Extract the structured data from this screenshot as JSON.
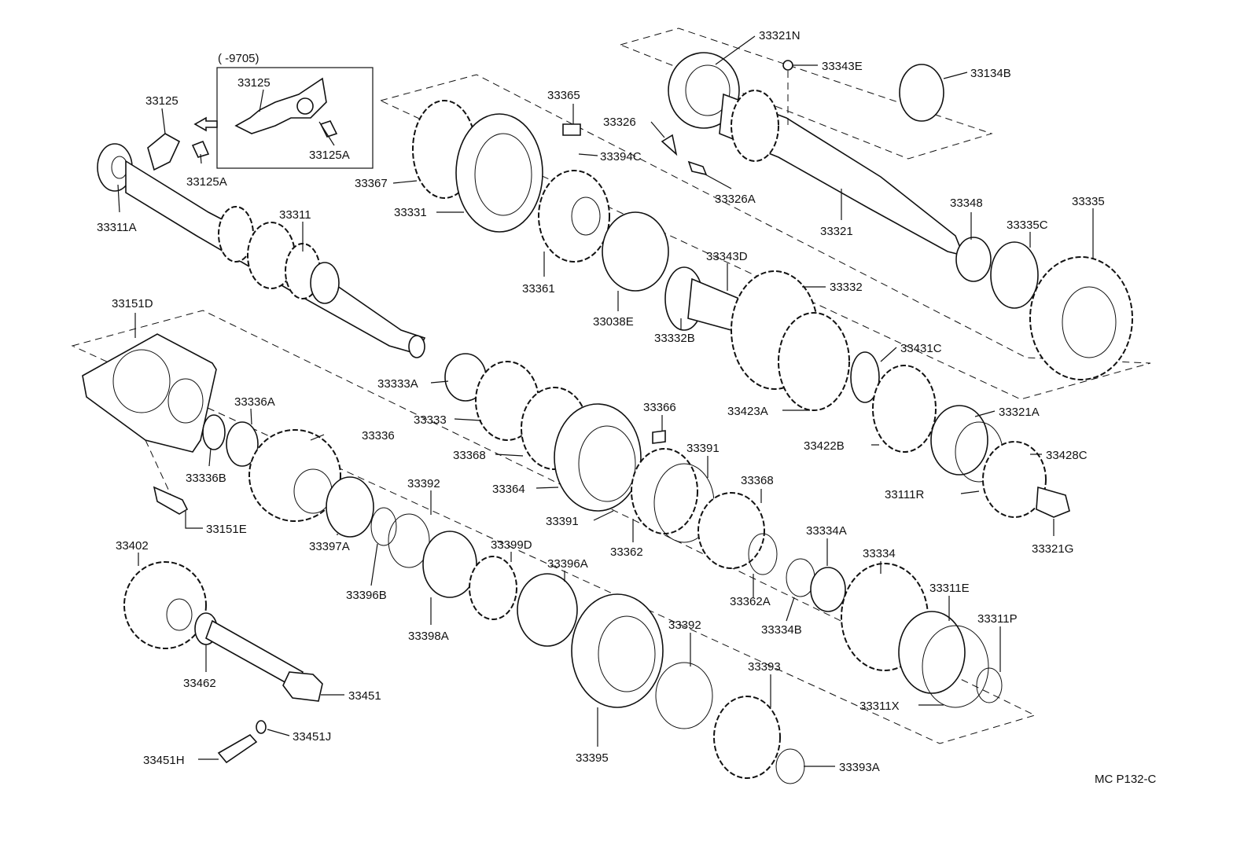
{
  "diagram": {
    "variant_label": "(      -9705)",
    "code": "MC P132-C",
    "labels": [
      {
        "id": "l1",
        "text": "33125"
      },
      {
        "id": "l2",
        "text": "33125"
      },
      {
        "id": "l3",
        "text": "33125A"
      },
      {
        "id": "l4",
        "text": "33125A"
      },
      {
        "id": "l5",
        "text": "33311A"
      },
      {
        "id": "l6",
        "text": "33311"
      },
      {
        "id": "l7",
        "text": "33151D"
      },
      {
        "id": "l8",
        "text": "33367"
      },
      {
        "id": "l9",
        "text": "33331"
      },
      {
        "id": "l10",
        "text": "33365"
      },
      {
        "id": "l11",
        "text": "33394C"
      },
      {
        "id": "l12",
        "text": "33326"
      },
      {
        "id": "l13",
        "text": "33326A"
      },
      {
        "id": "l14",
        "text": "33361"
      },
      {
        "id": "l15",
        "text": "33038E"
      },
      {
        "id": "l16",
        "text": "33321N"
      },
      {
        "id": "l17",
        "text": "33343E"
      },
      {
        "id": "l18",
        "text": "33134B"
      },
      {
        "id": "l19",
        "text": "33321"
      },
      {
        "id": "l20",
        "text": "33348"
      },
      {
        "id": "l21",
        "text": "33335C"
      },
      {
        "id": "l22",
        "text": "33335"
      },
      {
        "id": "l23",
        "text": "33343D"
      },
      {
        "id": "l24",
        "text": "33332"
      },
      {
        "id": "l25",
        "text": "33332B"
      },
      {
        "id": "l26",
        "text": "33431C"
      },
      {
        "id": "l27",
        "text": "33423A"
      },
      {
        "id": "l28",
        "text": "33321A"
      },
      {
        "id": "l29",
        "text": "33422B"
      },
      {
        "id": "l30",
        "text": "33428C"
      },
      {
        "id": "l31",
        "text": "33111R"
      },
      {
        "id": "l32",
        "text": "33321G"
      },
      {
        "id": "l33",
        "text": "33333A"
      },
      {
        "id": "l34",
        "text": "33333"
      },
      {
        "id": "l35",
        "text": "33368"
      },
      {
        "id": "l36",
        "text": "33364"
      },
      {
        "id": "l37",
        "text": "33366"
      },
      {
        "id": "l38",
        "text": "33391"
      },
      {
        "id": "l39",
        "text": "33391"
      },
      {
        "id": "l40",
        "text": "33362"
      },
      {
        "id": "l41",
        "text": "33368"
      },
      {
        "id": "l42",
        "text": "33362A"
      },
      {
        "id": "l43",
        "text": "33334A"
      },
      {
        "id": "l44",
        "text": "33334"
      },
      {
        "id": "l45",
        "text": "33334B"
      },
      {
        "id": "l46",
        "text": "33311E"
      },
      {
        "id": "l47",
        "text": "33311P"
      },
      {
        "id": "l48",
        "text": "33311X"
      },
      {
        "id": "l49",
        "text": "33336A"
      },
      {
        "id": "l50",
        "text": "33336"
      },
      {
        "id": "l51",
        "text": "33336B"
      },
      {
        "id": "l52",
        "text": "33151E"
      },
      {
        "id": "l53",
        "text": "33392"
      },
      {
        "id": "l54",
        "text": "33397A"
      },
      {
        "id": "l55",
        "text": "33396B"
      },
      {
        "id": "l56",
        "text": "33399D"
      },
      {
        "id": "l57",
        "text": "33398A"
      },
      {
        "id": "l58",
        "text": "33396A"
      },
      {
        "id": "l59",
        "text": "33392"
      },
      {
        "id": "l60",
        "text": "33395"
      },
      {
        "id": "l61",
        "text": "33393"
      },
      {
        "id": "l62",
        "text": "33393A"
      },
      {
        "id": "l63",
        "text": "33402"
      },
      {
        "id": "l64",
        "text": "33462"
      },
      {
        "id": "l65",
        "text": "33451"
      },
      {
        "id": "l66",
        "text": "33451J"
      },
      {
        "id": "l67",
        "text": "33451H"
      }
    ]
  }
}
